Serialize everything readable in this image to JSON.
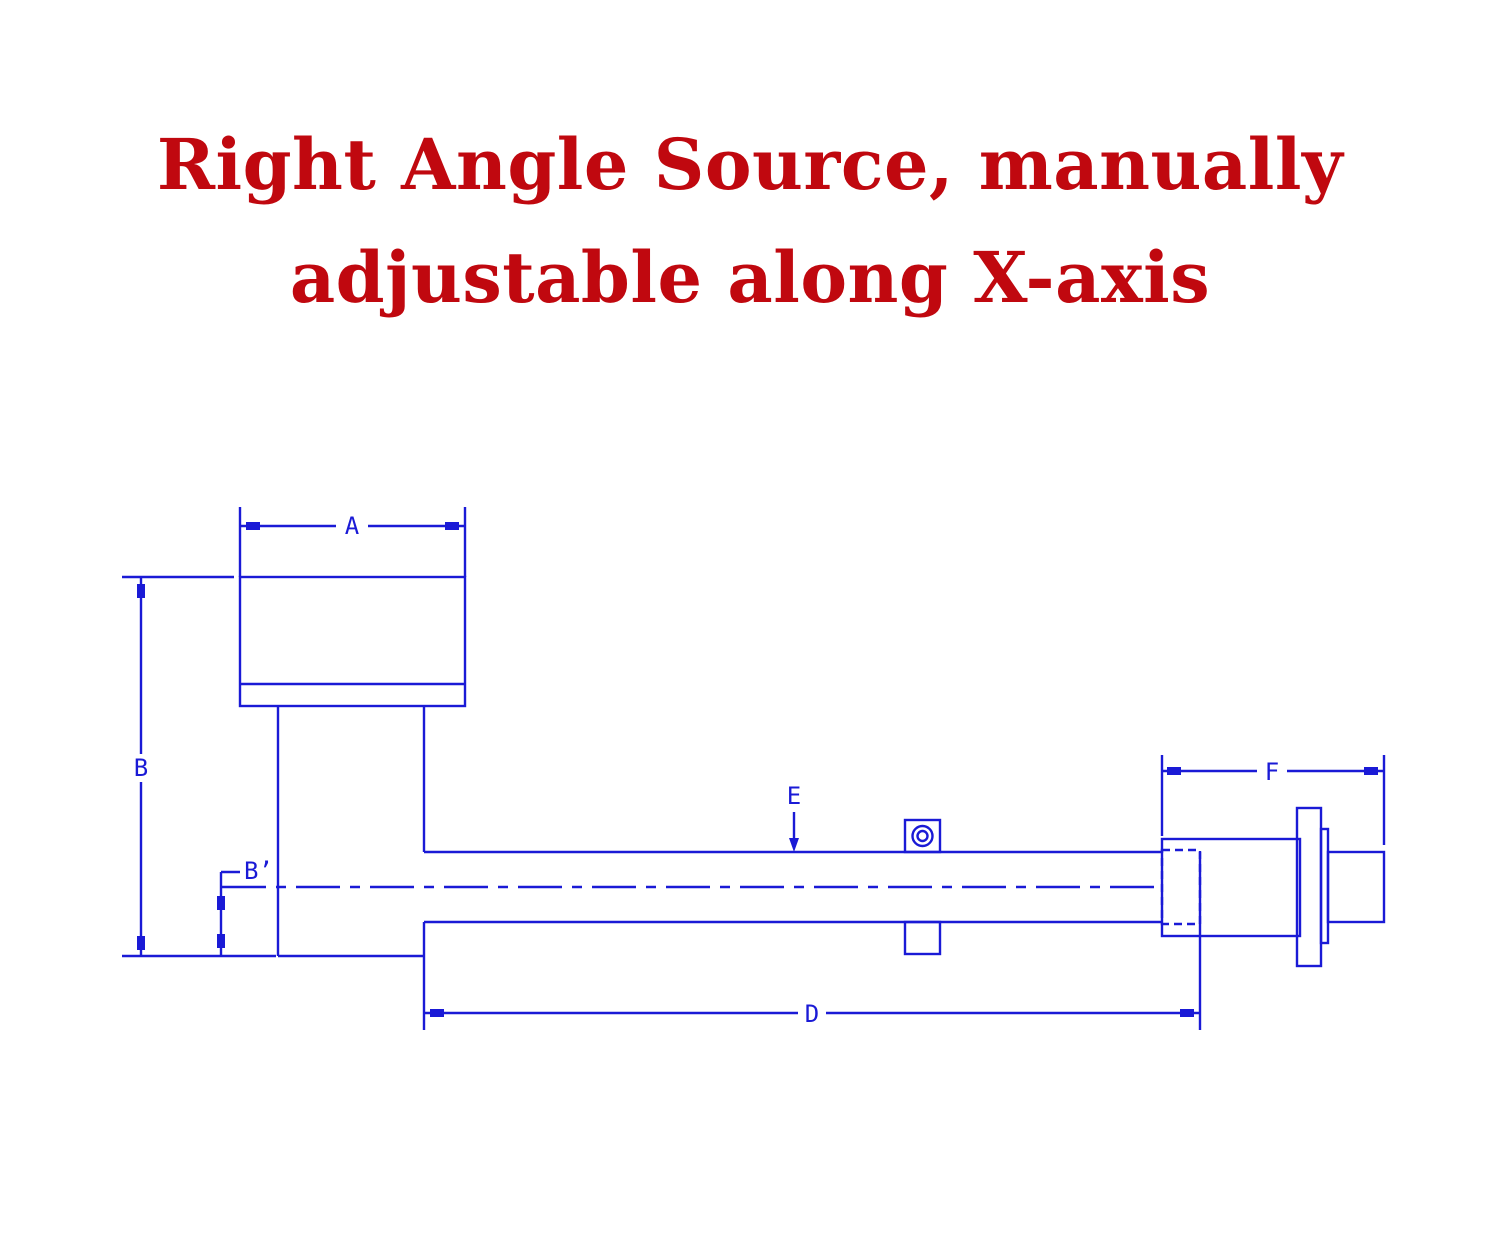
{
  "title": {
    "line1": "Right Angle Source, manually",
    "line2": "adjustable along X-axis",
    "color": "#c0080f"
  },
  "diagram": {
    "line_color": "#1a1ad6",
    "labels": {
      "a": "A",
      "b": "B",
      "b_prime": "B’",
      "d": "D",
      "e": "E",
      "f": "F"
    }
  }
}
